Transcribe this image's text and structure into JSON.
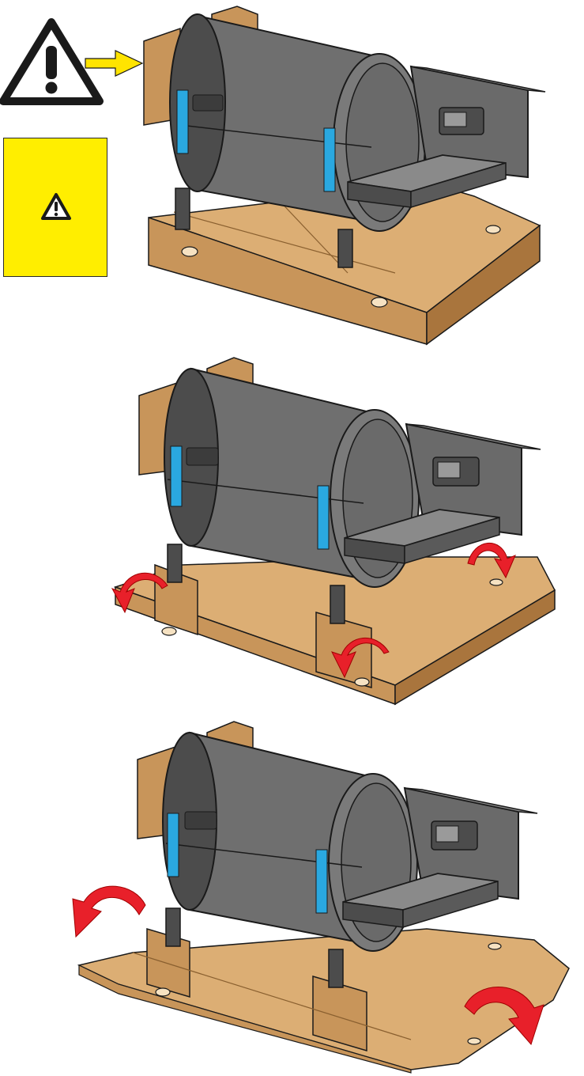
{
  "diagram": {
    "steps": [
      {
        "id": 1,
        "arrows": [
          "pointer-arrow"
        ]
      },
      {
        "id": 2,
        "arrows": [
          "fold-arrow-left-front",
          "fold-arrow-center-front",
          "fold-arrow-right-back"
        ]
      },
      {
        "id": 3,
        "arrows": [
          "fold-arrow-left-out",
          "fold-arrow-right-out"
        ]
      }
    ],
    "icons": [
      "warning-triangle-icon",
      "warning-panel-icon"
    ]
  },
  "colors": {
    "cardboard": "#c8955a",
    "cardboard_dark": "#a9753d",
    "cardboard_light": "#dcae74",
    "machine_body": "#6f6f6f",
    "machine_dark": "#4c4c4c",
    "machine_light": "#8a8a8a",
    "tape": "#2aa8e0",
    "arrow_red": "#e8202a",
    "warning_yellow": "#ffee00",
    "pointer_yellow": "#ffe400"
  }
}
